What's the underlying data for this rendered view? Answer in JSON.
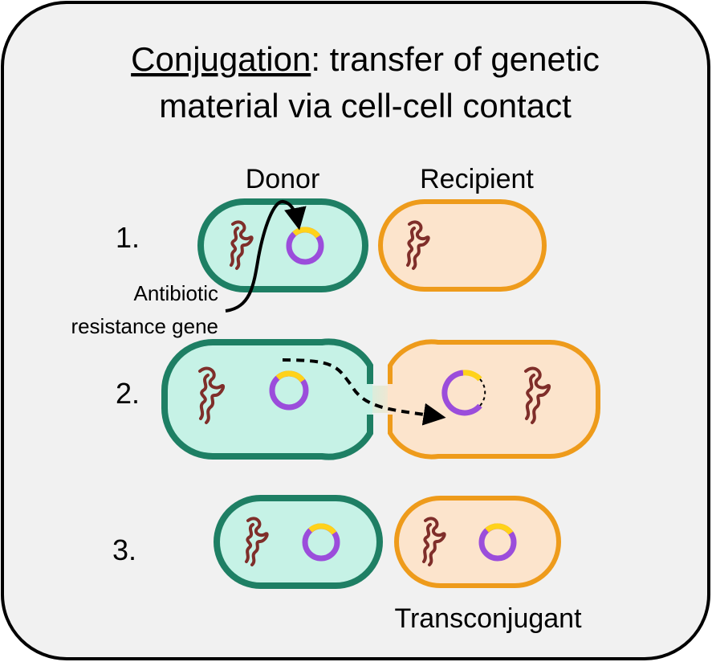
{
  "title": {
    "term": "Conjugation",
    "line1_rest": ": transfer of genetic",
    "line2": "material via cell-cell contact"
  },
  "labels": {
    "donor": "Donor",
    "recipient": "Recipient",
    "gene_line1": "Antibiotic",
    "gene_line2": "resistance gene",
    "transconjugant": "Transconjugant"
  },
  "steps": [
    "1.",
    "2.",
    "3."
  ],
  "colors": {
    "panel_fill": "#F1F1F1",
    "donor_fill": "#C6F2E6",
    "donor_stroke": "#1E7F64",
    "recipient_fill": "#FCE4CC",
    "recipient_stroke": "#EE9B1B",
    "chromosome": "#7F2E2A",
    "plasmid": "#9B4DDB",
    "resistance_gene": "#FFD21A"
  }
}
